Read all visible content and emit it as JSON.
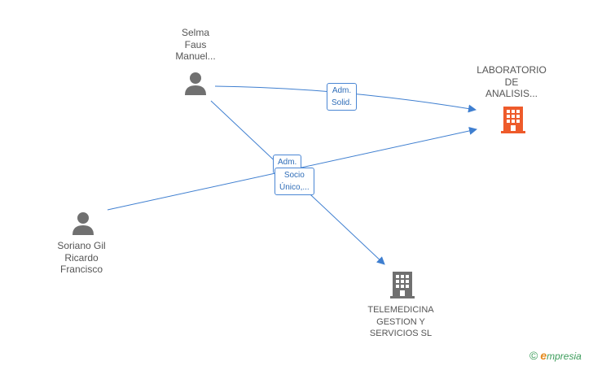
{
  "colors": {
    "edge": "#3f7fd0",
    "person_icon": "#707070",
    "company_highlight": "#ee5b2b",
    "company_default": "#707070"
  },
  "nodes": {
    "selma": {
      "lines": [
        "Selma",
        "Faus",
        "Manuel..."
      ],
      "icon": "person-icon"
    },
    "soriano": {
      "lines": [
        "Soriano Gil",
        "Ricardo",
        "Francisco"
      ],
      "icon": "person-icon"
    },
    "laboratorio": {
      "lines": [
        "LABORATORIO",
        "DE",
        "ANALISIS..."
      ],
      "icon": "building-icon"
    },
    "telemedicina": {
      "lines": [
        "TELEMEDICINA",
        "GESTION Y",
        "SERVICIOS SL"
      ],
      "icon": "building-icon"
    }
  },
  "edges": {
    "selma_laboratorio": {
      "lines": [
        "Adm.",
        "Solid."
      ]
    },
    "selma_telemedicina": {
      "lines": [
        "Socio",
        "Único,..."
      ]
    },
    "soriano_laboratorio": {
      "lines": [
        "Adm."
      ]
    }
  },
  "watermark": {
    "copyright": "©",
    "brand_first": "e",
    "brand_rest": "mpresia"
  }
}
